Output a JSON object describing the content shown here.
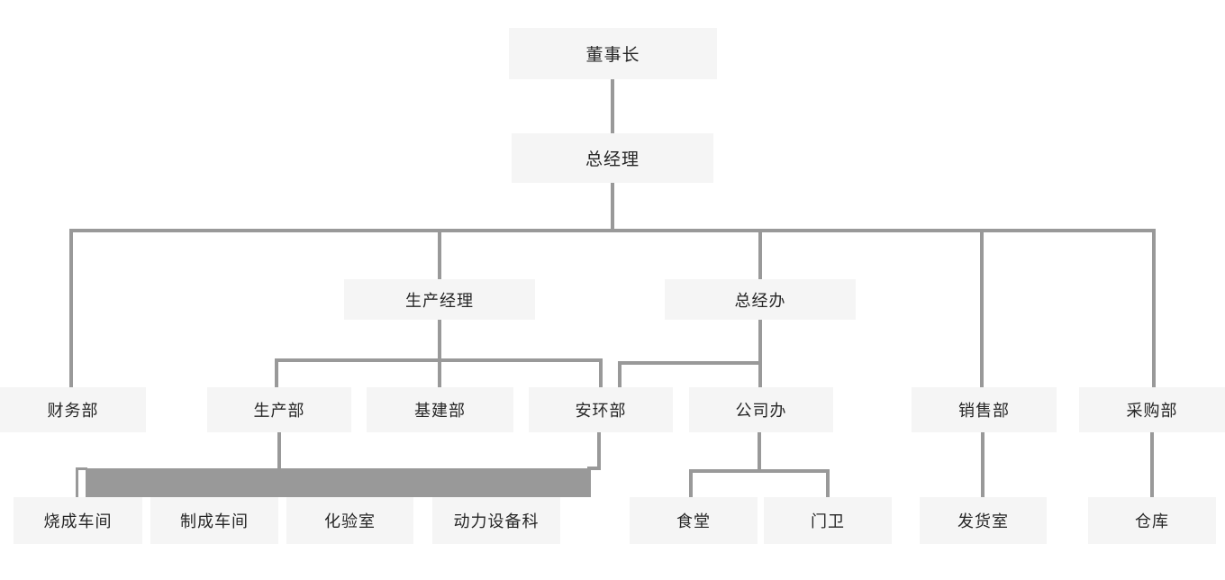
{
  "diagram": {
    "type": "org-chart",
    "nodes": {
      "chairman": {
        "label": "董事长"
      },
      "general_manager": {
        "label": "总经理"
      },
      "production_manager": {
        "label": "生产经理"
      },
      "gm_office": {
        "label": "总经办"
      },
      "finance_dept": {
        "label": "财务部"
      },
      "production_dept": {
        "label": "生产部"
      },
      "infrastructure_dept": {
        "label": "基建部"
      },
      "safety_env_dept": {
        "label": "安环部"
      },
      "company_office": {
        "label": "公司办"
      },
      "sales_dept": {
        "label": "销售部"
      },
      "purchasing_dept": {
        "label": "采购部"
      },
      "firing_workshop": {
        "label": "烧成车间"
      },
      "finishing_workshop": {
        "label": "制成车间"
      },
      "laboratory": {
        "label": "化验室"
      },
      "power_equipment_section": {
        "label": "动力设备科"
      },
      "canteen": {
        "label": "食堂"
      },
      "gatekeeper": {
        "label": "门卫"
      },
      "shipping_room": {
        "label": "发货室"
      },
      "warehouse": {
        "label": "仓库"
      }
    },
    "hierarchy": {
      "董事长": [
        "总经理"
      ],
      "总经理": [
        "财务部",
        "生产经理",
        "总经办",
        "销售部",
        "采购部"
      ],
      "生产经理": [
        "生产部",
        "基建部",
        "安环部"
      ],
      "总经办": [
        "安环部",
        "公司办"
      ],
      "生产部": [
        "烧成车间",
        "制成车间",
        "化验室",
        "动力设备科"
      ],
      "公司办": [
        "食堂",
        "门卫"
      ],
      "销售部": [
        "发货室"
      ],
      "采购部": [
        "仓库"
      ]
    },
    "colors": {
      "node_background": "#f5f5f5",
      "node_text": "#262626",
      "connector": "#999999",
      "canvas_background": "#ffffff"
    }
  }
}
